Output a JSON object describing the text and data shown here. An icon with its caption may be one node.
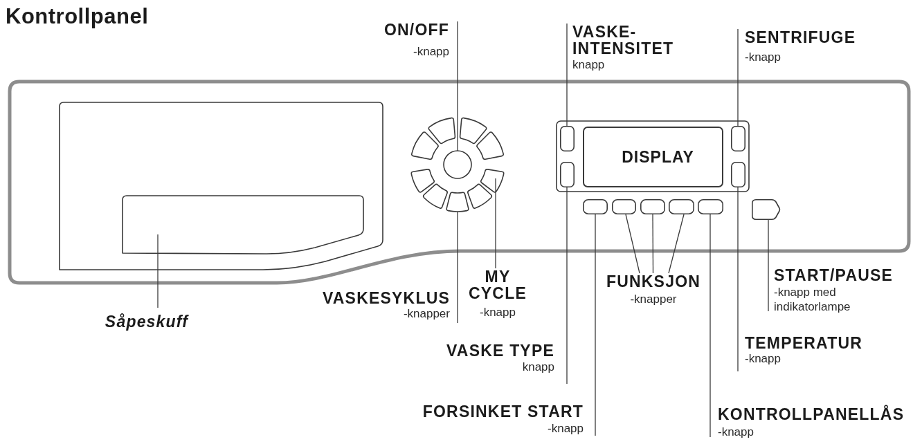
{
  "diagram": {
    "title": "Kontrollpanel",
    "nodes": [
      {
        "text": [
          "ON/OFF",
          "-knapp"
        ]
      },
      {
        "text": [
          "VASKE- INTENSITET",
          "knapp"
        ]
      },
      {
        "text": [
          "SENTRIFUGE",
          "-knapp"
        ]
      },
      {
        "text": [],
        "shape": "box"
      },
      {
        "text": [],
        "shape": "box"
      },
      {
        "text": [],
        "shape": "box"
      },
      {
        "text": [],
        "shape": "box"
      },
      {
        "text": [],
        "shape": "box"
      },
      {
        "text": [],
        "shape": "circle"
      },
      {
        "text": [],
        "shape": "box"
      },
      {
        "text": [],
        "shape": "box"
      },
      {
        "text": [],
        "shape": "box"
      },
      {
        "text": [],
        "shape": "box"
      },
      {
        "text": [],
        "shape": "box"
      },
      {
        "text": [],
        "shape": "box"
      },
      {
        "text": [],
        "shape": "box"
      },
      {
        "text": [
          "DISPLAY"
        ]
      },
      {
        "text": [],
        "shape": "box"
      },
      {
        "text": [],
        "shape": "box"
      },
      {
        "text": [],
        "shape": "box"
      },
      {
        "text": [],
        "shape": "box"
      },
      {
        "text": [],
        "shape": "box"
      },
      {
        "text": [],
        "shape": "box"
      },
      {
        "text": [],
        "shape": "box"
      },
      {
        "text": [],
        "shape": "box"
      },
      {
        "text": [
          "Såpeskuff"
        ]
      },
      {
        "text": [
          "VASKESYKLUS",
          "-knapper"
        ]
      },
      {
        "text": [
          "MY CYCLE",
          "-knapp"
        ]
      },
      {
        "text": [
          "FUNKSJON",
          "-knapper"
        ]
      },
      {
        "text": [
          "START/PAUSE",
          "-knapp med indikatorlampe"
        ]
      },
      {
        "text": [
          "VASKE TYPE",
          "knapp"
        ]
      },
      {
        "text": [
          "TEMPERATUR",
          "-knapp"
        ]
      },
      {
        "text": [
          "FORSINKET START",
          "-knapp"
        ]
      },
      {
        "text": [
          "KONTROLLPANELLÅS",
          "-knapp"
        ]
      }
    ],
    "edges": [
      {
        "from": 0,
        "to": 8,
        "arrow": "none"
      },
      {
        "from": 1,
        "to": 14,
        "arrow": "none"
      },
      {
        "from": 2,
        "to": 17,
        "arrow": "none"
      },
      {
        "from": 25,
        "to": 3,
        "arrow": "none"
      },
      {
        "from": 26,
        "to": 13,
        "arrow": "none"
      },
      {
        "from": 27,
        "to": 10,
        "arrow": "none"
      },
      {
        "from": 28,
        "to": 20,
        "arrow": "none"
      },
      {
        "from": 28,
        "to": 21,
        "arrow": "none"
      },
      {
        "from": 28,
        "to": 22,
        "arrow": "none"
      },
      {
        "from": 29,
        "to": 24,
        "arrow": "none"
      },
      {
        "from": 30,
        "to": 15,
        "arrow": "none"
      },
      {
        "from": 31,
        "to": 18,
        "arrow": "none"
      },
      {
        "from": 32,
        "to": 19,
        "arrow": "none"
      },
      {
        "from": 33,
        "to": 23,
        "arrow": "none"
      }
    ]
  }
}
